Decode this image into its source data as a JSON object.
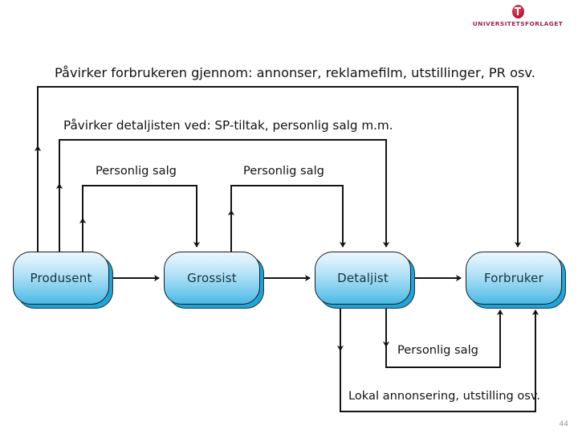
{
  "slide": {
    "page_number": "44",
    "background_color": "#ffffff"
  },
  "brand": {
    "name": "UNIVERSITETSFORLAGET",
    "mark_icon": "universitetsforlaget-roundel-icon",
    "color": "#9e2050"
  },
  "diagram": {
    "type": "flow",
    "node_fill_top": "#eaf6fd",
    "node_fill_bottom": "#49b9e6",
    "node_border": "#1b1b1b",
    "connector_color": "#141414",
    "nodes": [
      {
        "id": "produsent",
        "label": "Produsent"
      },
      {
        "id": "grossist",
        "label": "Grossist"
      },
      {
        "id": "detaljist",
        "label": "Detaljist"
      },
      {
        "id": "forbruker",
        "label": "Forbruker"
      }
    ],
    "flow_labels": [
      {
        "id": "forbruker-paavirk",
        "text": "Påvirker forbrukeren gjennom: annonser, reklamefilm, utstillinger, PR osv."
      },
      {
        "id": "detaljist-paavirk",
        "text": "Påvirker detaljisten ved: SP-tiltak, personlig salg m.m."
      },
      {
        "id": "salg-a",
        "text": "Personlig salg"
      },
      {
        "id": "salg-b",
        "text": "Personlig salg"
      },
      {
        "id": "salg-c",
        "text": "Personlig salg"
      },
      {
        "id": "lokal",
        "text": "Lokal annonsering, utstilling osv."
      }
    ],
    "chain_arrows": [
      {
        "from": "produsent",
        "to": "grossist"
      },
      {
        "from": "grossist",
        "to": "detaljist"
      },
      {
        "from": "detaljist",
        "to": "forbruker"
      }
    ],
    "routed_arrows": [
      {
        "id": "produsent-to-forbruker",
        "from": "produsent",
        "to": "forbruker",
        "label": "forbruker-paavirk"
      },
      {
        "id": "produsent-to-detaljist",
        "from": "produsent",
        "to": "detaljist",
        "label": "detaljist-paavirk"
      },
      {
        "id": "produsent-to-grossist-salg",
        "from": "produsent",
        "to": "grossist",
        "label": "salg-a"
      },
      {
        "id": "grossist-to-detaljist-salg",
        "from": "grossist",
        "to": "detaljist",
        "label": "salg-b"
      },
      {
        "id": "detaljist-to-forbruker-salg",
        "from": "detaljist",
        "to": "forbruker",
        "label": "salg-c"
      },
      {
        "id": "detaljist-to-forbruker-lokal",
        "from": "detaljist",
        "to": "forbruker",
        "label": "lokal"
      }
    ]
  }
}
